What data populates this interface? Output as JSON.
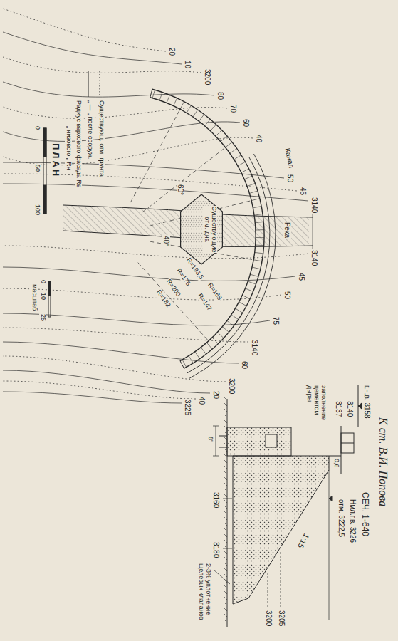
{
  "diagram": {
    "title": "ПЛАН",
    "nodes": [
      {
        "text": [
          "Существующие отм. дна"
        ]
      }
    ],
    "labels": [
      "К ст. В.И. Попова",
      "СЕЧ. 1-640",
      "Нмл.г.в. 3226",
      "отм. 3222,5",
      "0,6",
      "1:15",
      "г.н.в. 3158",
      "3140",
      "3137",
      "заполнение цементом дыры",
      "3160",
      "3180",
      "3205",
      "3200",
      "2-3% уплотнение щелевых клапанов",
      "8'",
      "20",
      "10",
      "3200",
      "80",
      "70",
      "60",
      "40",
      "Канал",
      "Река",
      "50",
      "45",
      "3140",
      "3140",
      "45",
      "50",
      "75",
      "3140",
      "60",
      "3200",
      "20",
      "40",
      "3225",
      "40°",
      "60°",
      "R=165",
      "R=147",
      "R=193,5",
      "R=175",
      "R=200",
      "R=182",
      "0",
      "50",
      "100",
      "0",
      "10",
      "25",
      "масштаб",
      "Радиус верхового фасада Rв",
      "„ низового „ Rн"
    ],
    "legend": [
      {
        "text": "Существующ. отм. грунта"
      },
      {
        "text": "„ — „ после сооруж."
      }
    ]
  }
}
